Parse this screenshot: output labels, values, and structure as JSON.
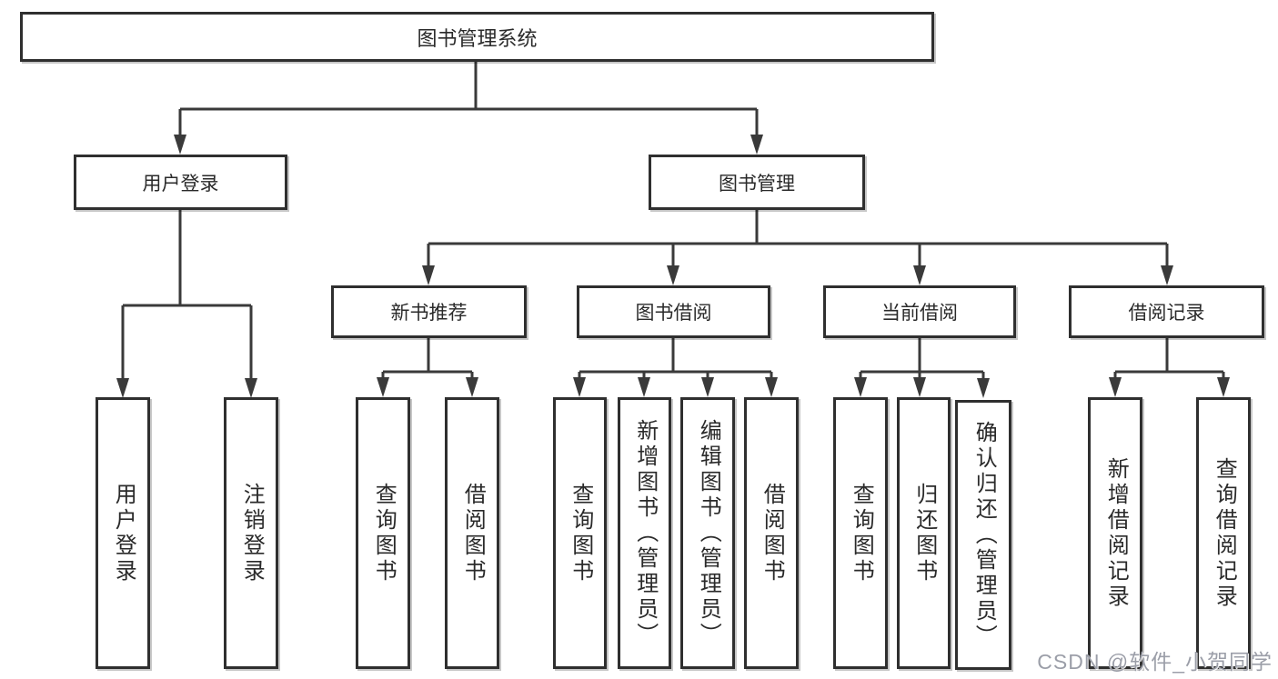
{
  "diagram": {
    "title": "图书管理系统",
    "root": {
      "label": "图书管理系统"
    },
    "level1": [
      {
        "label": "用户登录"
      },
      {
        "label": "图书管理"
      }
    ],
    "level2": [
      {
        "label": "新书推荐"
      },
      {
        "label": "图书借阅"
      },
      {
        "label": "当前借阅"
      },
      {
        "label": "借阅记录"
      }
    ],
    "leaves": {
      "user_login": [
        "用户登录",
        "注销登录"
      ],
      "new_book": [
        "查询图书",
        "借阅图书"
      ],
      "book_borrow": [
        "查询图书",
        "新增图书（管理员）",
        "编辑图书（管理员）",
        "借阅图书"
      ],
      "current_borrow": [
        "查询图书",
        "归还图书",
        "确认归还（管理员）"
      ],
      "borrow_records": [
        "新增借阅记录",
        "查询借阅记录"
      ]
    },
    "line_color": "#3a3a3a",
    "border_color": "#2f2f2f",
    "background_color": "#ffffff"
  },
  "watermark": {
    "text": "CSDN @软件_小贺同学"
  }
}
